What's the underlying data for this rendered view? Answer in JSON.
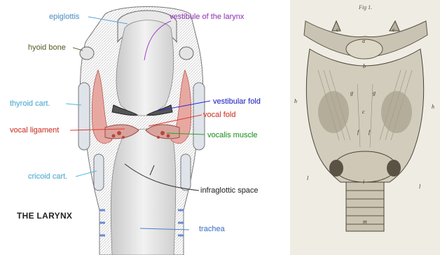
{
  "left_panel": {
    "title": "THE LARYNX",
    "labels": {
      "epiglottis": {
        "text": "epiglottis",
        "color": "#5aa0d8"
      },
      "vestibule": {
        "text": "vestibule of the larynx",
        "color": "#a040c8"
      },
      "hyoid": {
        "text": "hyoid bone",
        "color": "#6b6b3a"
      },
      "thyroid": {
        "text": "thyroid cart.",
        "color": "#4fb8e0"
      },
      "vestibular_fold": {
        "text": "vestibular fold",
        "color": "#2a2ad0"
      },
      "vocal_fold": {
        "text": "vocal fold",
        "color": "#e03a2a"
      },
      "vocal_ligament": {
        "text": "vocal ligament",
        "color": "#e03a2a"
      },
      "vocalis": {
        "text": "vocalis muscle",
        "color": "#2aa02a"
      },
      "cricoid": {
        "text": "cricoid cart.",
        "color": "#4fb8e0"
      },
      "infraglottic": {
        "text": "infraglottic space",
        "color": "#333333"
      },
      "trachea": {
        "text": "trachea",
        "color": "#4a7fd0"
      }
    }
  },
  "right_panel": {
    "fig_label": "Fig 1.",
    "letters": [
      "c",
      "c",
      "a",
      "b",
      "g",
      "g",
      "h",
      "h",
      "c",
      "f",
      "f",
      "l",
      "i",
      "l",
      "m"
    ]
  }
}
